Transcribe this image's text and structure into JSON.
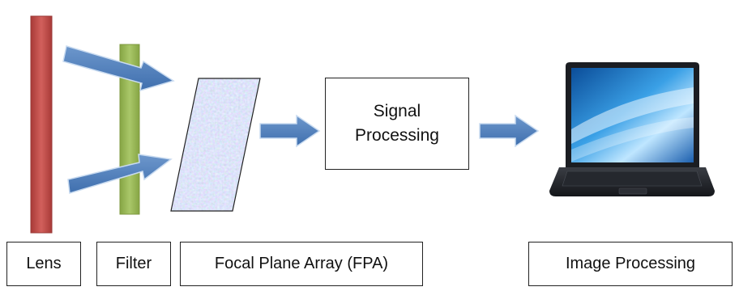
{
  "colors": {
    "lens": "#c0504d",
    "filter": "#9bbb59",
    "arrow": "#4f81bd",
    "border": "#222222"
  },
  "signal_processing": {
    "line1": "Signal",
    "line2": "Processing"
  },
  "labels": {
    "lens": "Lens",
    "filter": "Filter",
    "fpa": "Focal Plane Array (FPA)",
    "image_processing": "Image Processing"
  },
  "icons": {
    "laptop": "laptop-icon"
  }
}
